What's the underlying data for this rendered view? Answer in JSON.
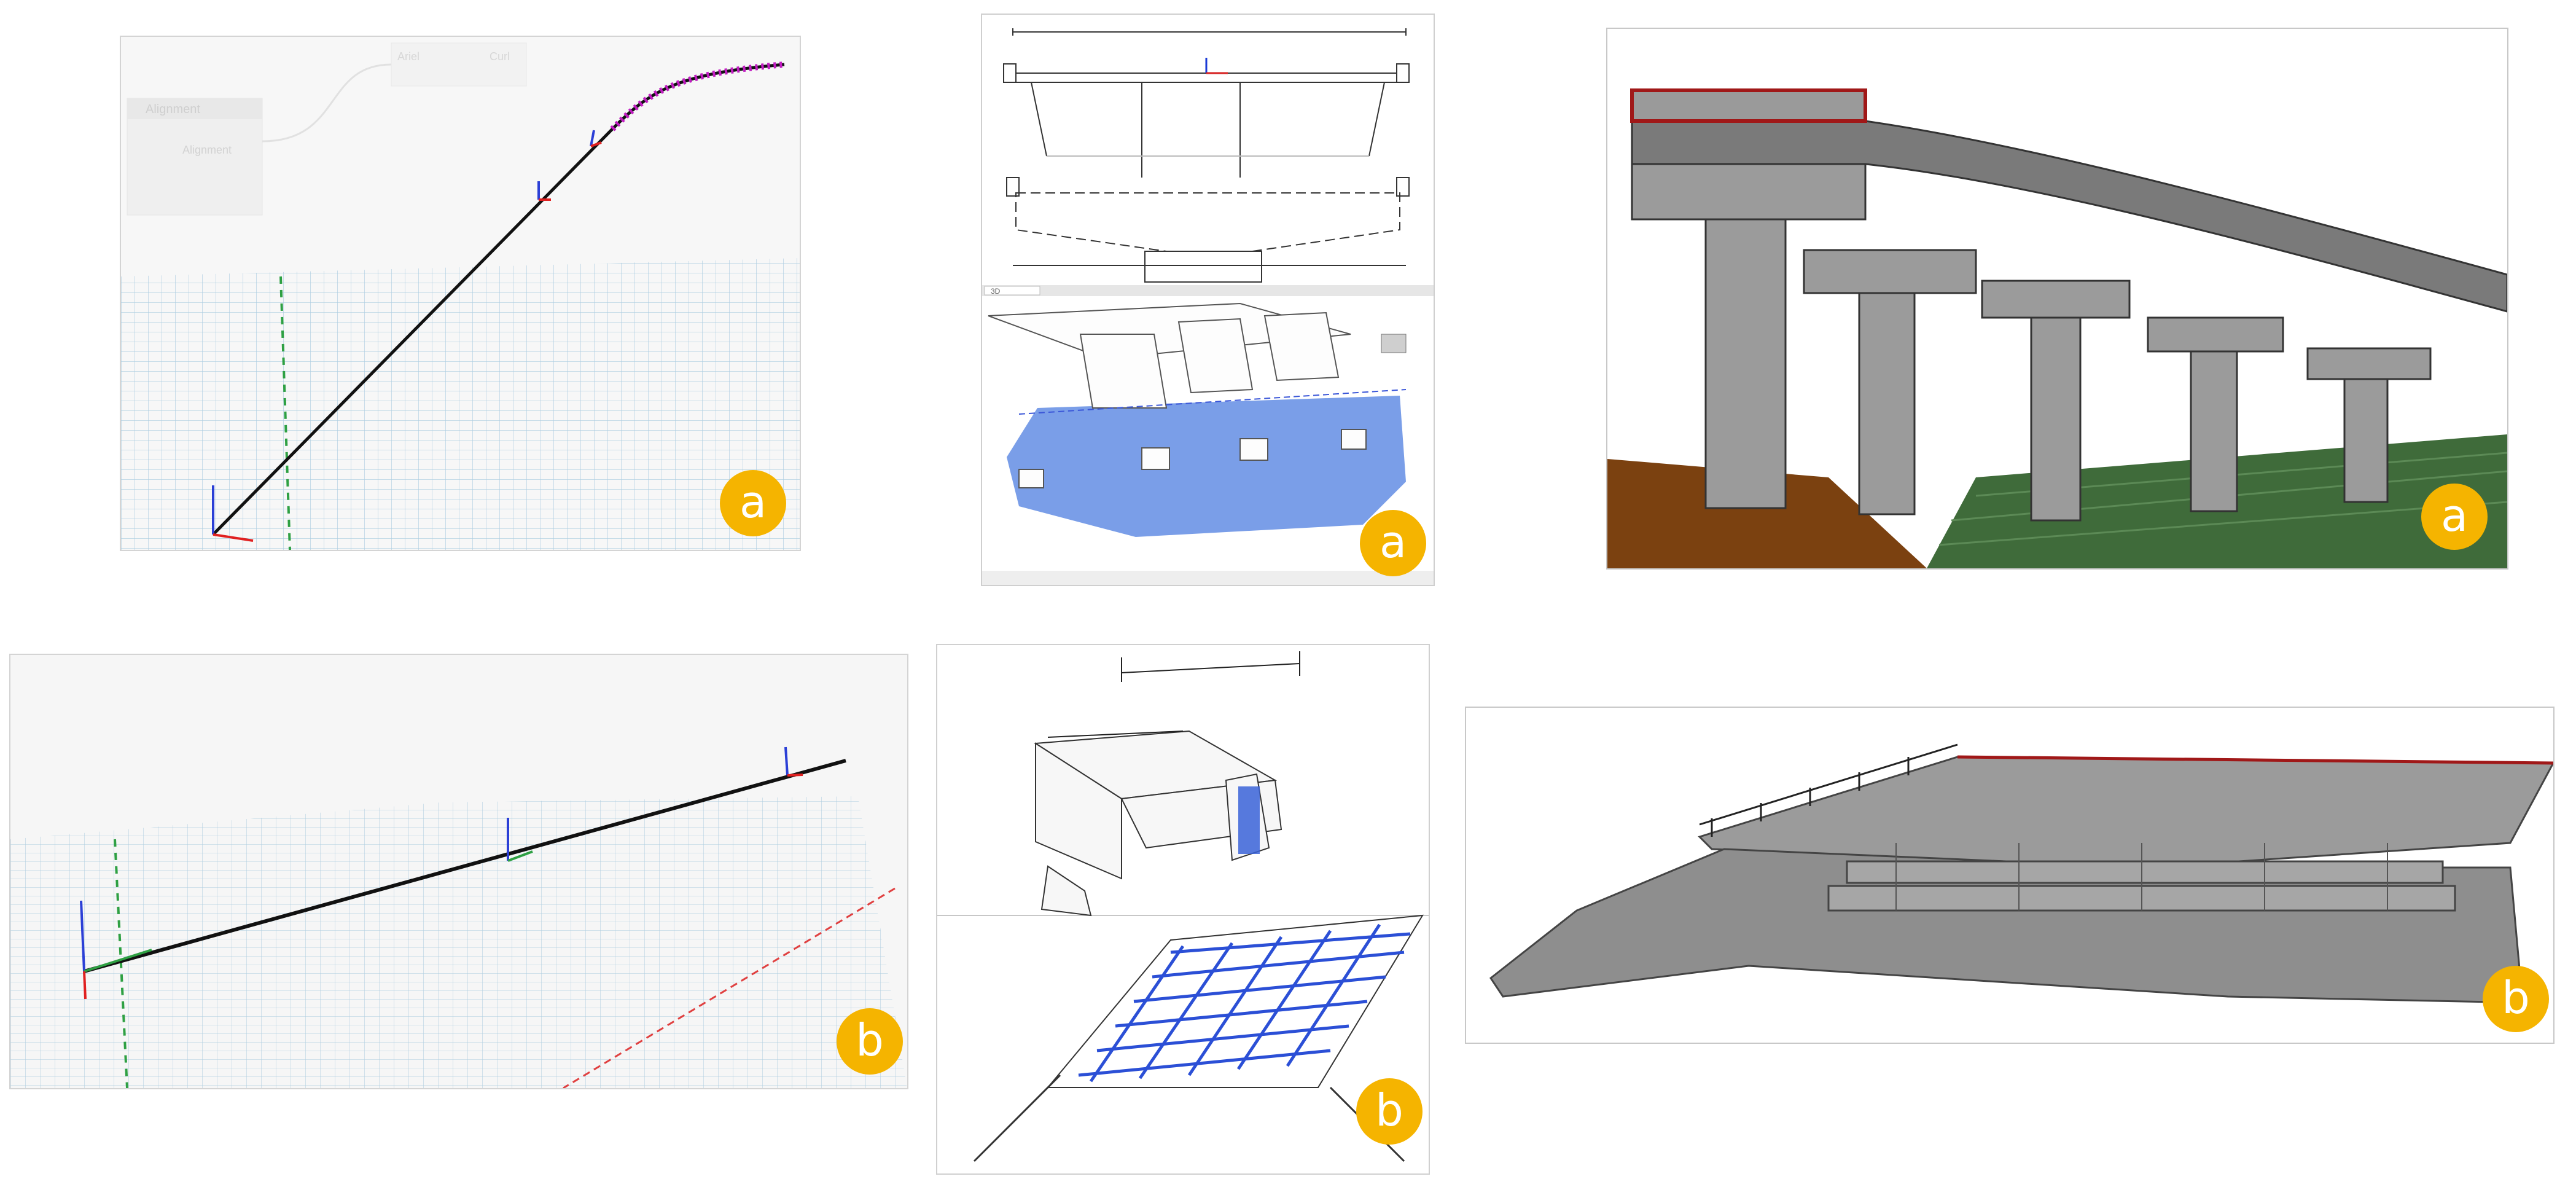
{
  "badge_color": "#f5b400",
  "panels": [
    {
      "id": "p1",
      "badge": "a",
      "graph_node": {
        "title": "Alignment",
        "output": "Alignment",
        "left_node": "Ariel",
        "right_node": "Curl"
      }
    },
    {
      "id": "p2",
      "badge": "a",
      "viewer_tab": "3D"
    },
    {
      "id": "p3",
      "badge": "a"
    },
    {
      "id": "p4",
      "badge": "b"
    },
    {
      "id": "p5",
      "badge": "b"
    },
    {
      "id": "p6",
      "badge": "b"
    }
  ]
}
